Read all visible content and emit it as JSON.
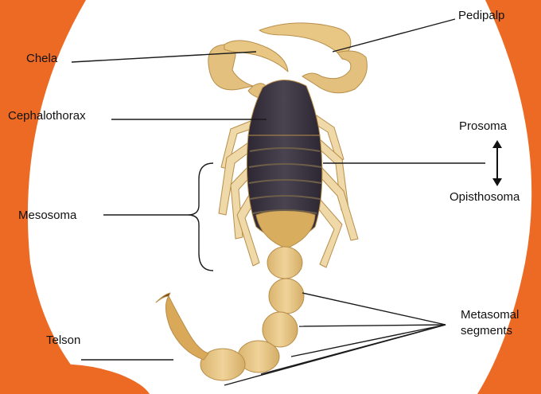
{
  "colors": {
    "background": "#ffffff",
    "accent_orange": "#ec6a24",
    "scorpion_body": "#e7c486",
    "scorpion_dark": "#3a3442",
    "line": "#1a1a1a"
  },
  "labels": {
    "pedipalp": "Pedipalp",
    "chela": "Chela",
    "cephalothorax": "Cephalothorax",
    "prosoma": "Prosoma",
    "opisthosoma": "Opisthosoma",
    "mesosoma": "Mesosoma",
    "metasomal_line1": "Metasomal",
    "metasomal_line2": "segments",
    "telson": "Telson"
  },
  "icons": {
    "arrow": "double-headed-vertical-arrow"
  }
}
